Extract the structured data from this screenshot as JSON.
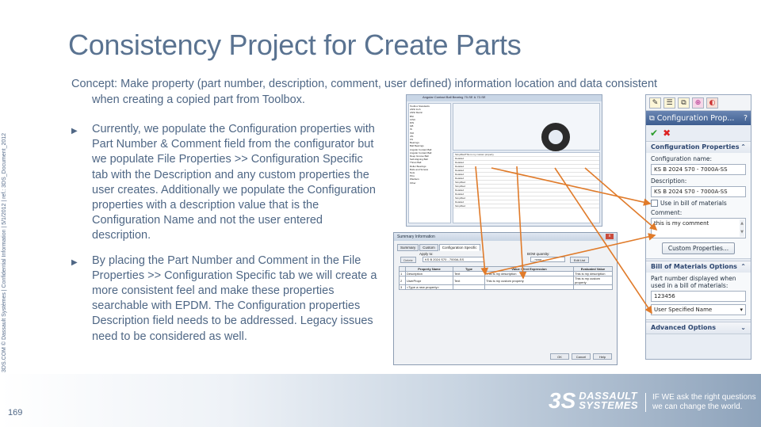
{
  "slide": {
    "title": "Consistency Project for Create Parts",
    "side_note": "3DS.COM © Dassault Systèmes | Confidential Information | 5/1/2012 | ref.: 3DS_Document_2012",
    "concept_line1": "Concept:  Make property (part number, description, comment,  user defined) information location and data consistent",
    "concept_line2": "when creating a copied part from Toolbox.",
    "bullets": [
      "Currently, we populate the Configuration properties with Part Number & Comment field from the configurator but we populate File Properties >> Configuration Specific tab with the Description and any custom properties the user creates.  Additionally we populate the Configuration properties with a description value that is the Configuration Name and not the user entered description.",
      "By placing the Part Number and Comment in the File Properties >> Configuration Specific tab we will create a more consistent feel and make these properties searchable with EPDM.  The Configuration properties Description field needs to be addressed.  Legacy issues need to be considered as well."
    ],
    "page_number": "169",
    "logo_line1": "DASSAULT",
    "logo_line2": "SYSTEMES",
    "tagline_line1": "IF WE ask the right questions",
    "tagline_line2": "we can change the world."
  },
  "main_window": {
    "title": "Angular Contact Ball Bearing 70-SE & 72-SE",
    "tree_items": [
      "Toolbox Standards",
      "ANSI Inch",
      "ANSI Metric",
      "BSI",
      "CISC",
      "DIN",
      "GB",
      "IS",
      "ISO",
      "JIS",
      "KS",
      "Bearings",
      "Ball Bearings",
      "Angular Contact Ball",
      "Angular Contact Ball",
      "Deep Groove Ball",
      "Self-Aligning Ball",
      "Thrust Ball",
      "Roller Bearings",
      "Bolts and Screws",
      "Nuts",
      "Pins",
      "Washers",
      "Other"
    ],
    "grid_rows": [
      "SimplifiedThis is my custom property",
      "Detailed",
      "Detailed",
      "Detailed",
      "Detailed",
      "Detailed",
      "Detailed",
      "Simplified",
      "Simplified",
      "Detailed",
      "Detailed",
      "Simplified",
      "Detailed",
      "Simplified"
    ]
  },
  "summary_dialog": {
    "title": "Summary Information",
    "close": "x",
    "tabs": [
      "Summary",
      "Custom",
      "Configuration Specific"
    ],
    "apply_label": "Apply to:",
    "apply_value": "KS B 2024 S70 - 7000A-SS",
    "delete_label": "Delete",
    "bom_label": "BOM quantity:",
    "bom_value": "- none -",
    "edit_list": "Edit List",
    "columns": [
      "",
      "Property Name",
      "Type",
      "Value / Text Expression",
      "Evaluated Value"
    ],
    "rows": [
      [
        "1",
        "Description",
        "Text",
        "This is my description",
        "This is my description"
      ],
      [
        "2",
        "UserPropr",
        "Text",
        "This is my custom property",
        "This is my custom property"
      ],
      [
        "3",
        "<Type a new property>",
        "",
        "",
        ""
      ]
    ],
    "buttons": [
      "OK",
      "Cancel",
      "Help"
    ]
  },
  "property_manager": {
    "toolbar_icons": [
      "feature-manager-icon",
      "property-manager-icon",
      "configuration-manager-icon",
      "dim-xpert-icon",
      "display-manager-icon"
    ],
    "title": "Configuration Prop...",
    "help": "?",
    "ok_glyph": "✔",
    "cancel_glyph": "✖",
    "config_section": "Configuration Properties",
    "config_name_label": "Configuration name:",
    "config_name_value": "KS B 2024 S70 - 7000A-SS",
    "description_label": "Description:",
    "description_value": "KS B 2024 S70 - 7000A-SS",
    "use_in_bom": "Use in bill of materials",
    "comment_label": "Comment:",
    "comment_value": "this is my comment",
    "custom_props_button": "Custom Properties...",
    "bom_section": "Bill of Materials Options",
    "pn_label": "Part number displayed when used in a bill of materials:",
    "pn_value": "123456",
    "pn_source": "User Specified Name",
    "advanced_section": "Advanced Options",
    "collapse_glyph": "⌃",
    "expand_glyph": "⌄"
  },
  "colors": {
    "title": "#5a7391",
    "body_text": "#4f6785",
    "arrow": "#e07b2a",
    "pm_header": "#3d5d8f"
  }
}
